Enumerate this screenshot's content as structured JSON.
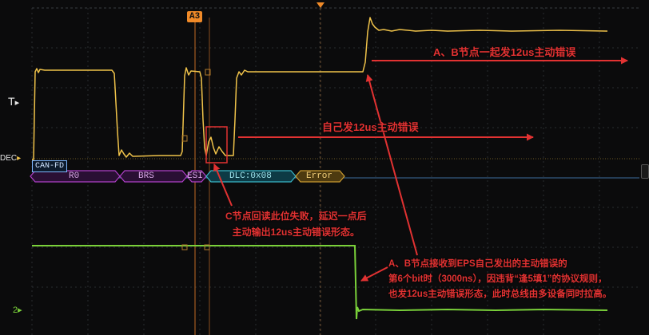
{
  "scope": {
    "cursor_label": "A3",
    "channels": {
      "t_marker": "T",
      "dec_marker": "DEC",
      "ch2_marker": "2"
    },
    "protocol": "CAN-FD",
    "bus_fields": {
      "r0": "R0",
      "brs": "BRS",
      "esi": "ESI",
      "dlc": "DLC:0x08",
      "error": "Error"
    },
    "colors": {
      "ch1": "#f0c34a",
      "ch2": "#7ad13a",
      "bus": "#b040c8",
      "error_field": "#b58a2a",
      "annotation": "#e23232",
      "cursor": "#f08a28"
    }
  },
  "annotations": {
    "ab_error": "A、B节点一起发12us主动错误",
    "self_error": "自己发12us主动错误",
    "c_node_line1": "C节点回读此位失败，延迟一点后",
    "c_node_line2": "主动输出12us主动错误形态。",
    "ab_receive_line1": "A、B节点接收到EPS自己发出的主动错误的",
    "ab_receive_line2": "第6个bit时（3000ns），因违背“逢5填1”的协议规则，",
    "ab_receive_line3": "也发12us主动错误形态，此时总线由多设备同时拉高。"
  }
}
